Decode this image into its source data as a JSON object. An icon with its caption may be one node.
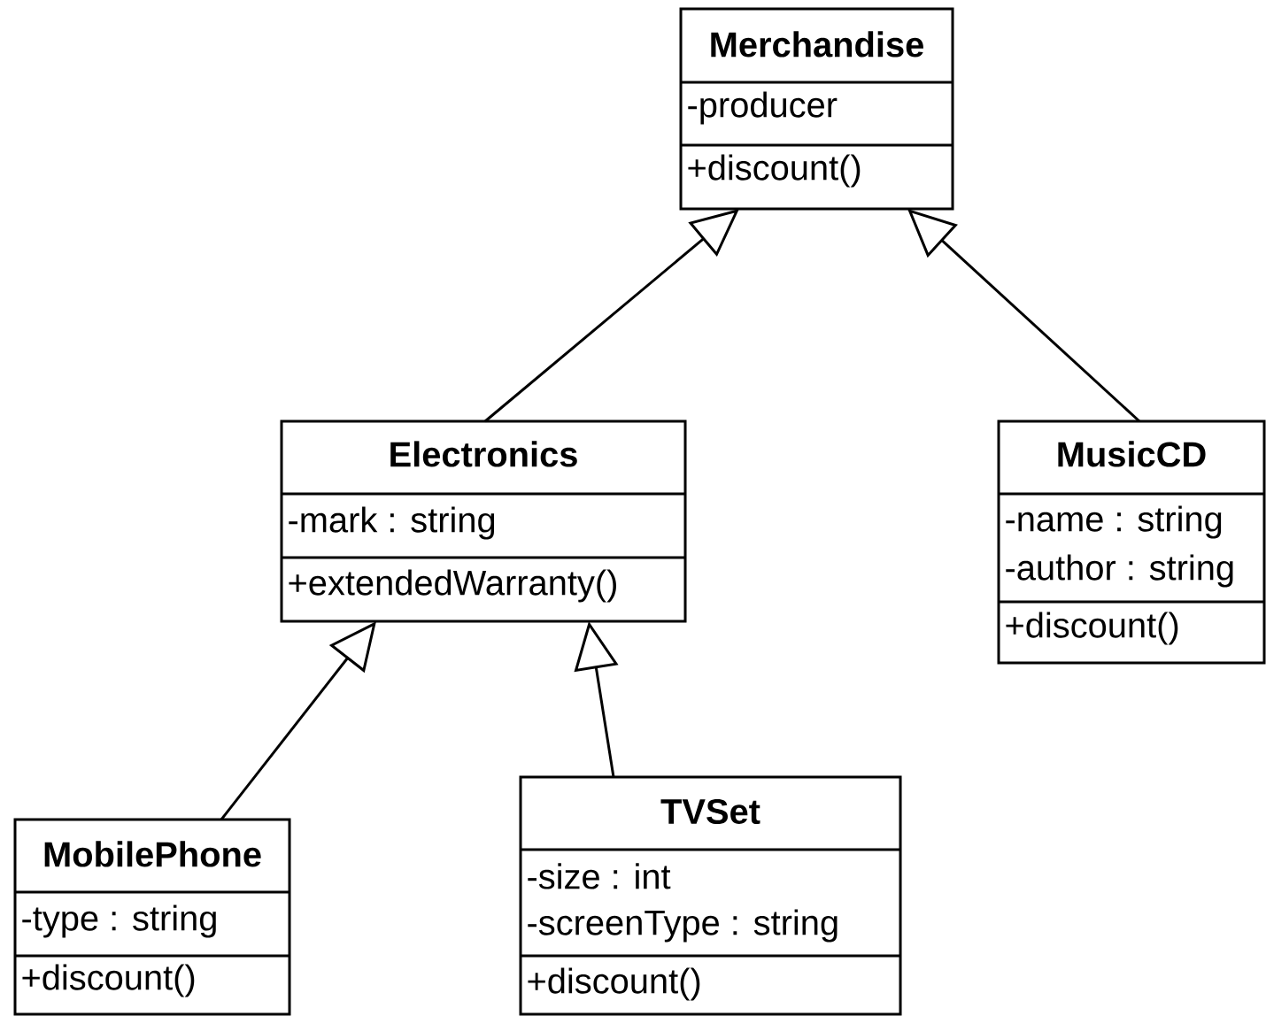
{
  "diagram": {
    "nodes": [
      {
        "text": [
          "Merchandise",
          "-producer",
          "+discount()"
        ]
      },
      {
        "text": [
          "Electronics",
          "-mark : string",
          "+extendedWarranty()"
        ]
      },
      {
        "text": [
          "MusicCD",
          "-name : string",
          "-author : string",
          "+discount()"
        ]
      },
      {
        "text": [
          "MobilePhone",
          "-type : string",
          "+discount()"
        ]
      },
      {
        "text": [
          "TVSet",
          "-size : int",
          "-screenType : string",
          "+discount()"
        ]
      }
    ],
    "edges": [
      {
        "from": 1,
        "to": 0,
        "arrow": "to"
      },
      {
        "from": 2,
        "to": 0,
        "arrow": "to"
      },
      {
        "from": 3,
        "to": 1,
        "arrow": "to"
      },
      {
        "from": 4,
        "to": 1,
        "arrow": "to"
      }
    ]
  }
}
